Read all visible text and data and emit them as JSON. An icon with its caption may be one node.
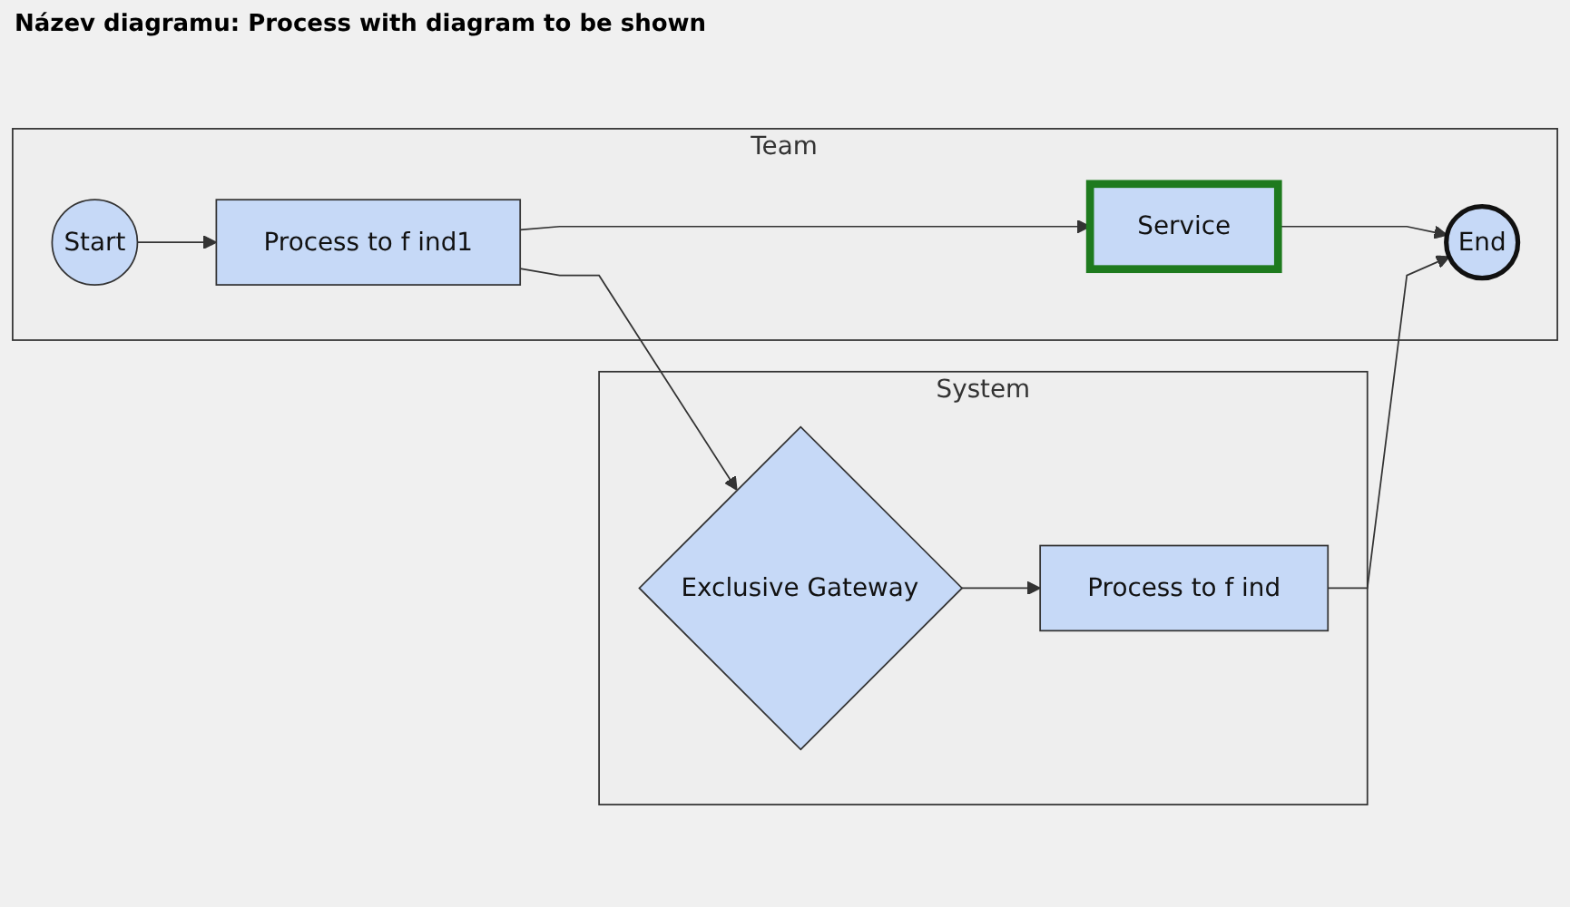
{
  "diagram": {
    "title": "Název diagramu: Process with diagram to be shown",
    "nodes": [
      {
        "text": [
          "Team"
        ]
      },
      {
        "text": [
          "Start"
        ],
        "in": 0
      },
      {
        "text": [
          "Process to f ind1"
        ],
        "in": 0
      },
      {
        "text": [
          "Service"
        ],
        "in": 0
      },
      {
        "text": [
          "End"
        ],
        "in": 0
      },
      {
        "text": [
          "System"
        ]
      },
      {
        "text": [
          "Exclusive Gateway"
        ],
        "in": 5
      },
      {
        "text": [
          "Process to f ind"
        ],
        "in": 5
      }
    ],
    "edges": [
      {
        "from": 1,
        "to": 2,
        "arrow": "to"
      },
      {
        "from": 2,
        "to": 3,
        "arrow": "to"
      },
      {
        "from": 3,
        "to": 4,
        "arrow": "to"
      },
      {
        "from": 2,
        "to": 6,
        "arrow": "to"
      },
      {
        "from": 6,
        "to": 7,
        "arrow": "to"
      },
      {
        "from": 7,
        "to": 4,
        "arrow": "to"
      }
    ]
  }
}
